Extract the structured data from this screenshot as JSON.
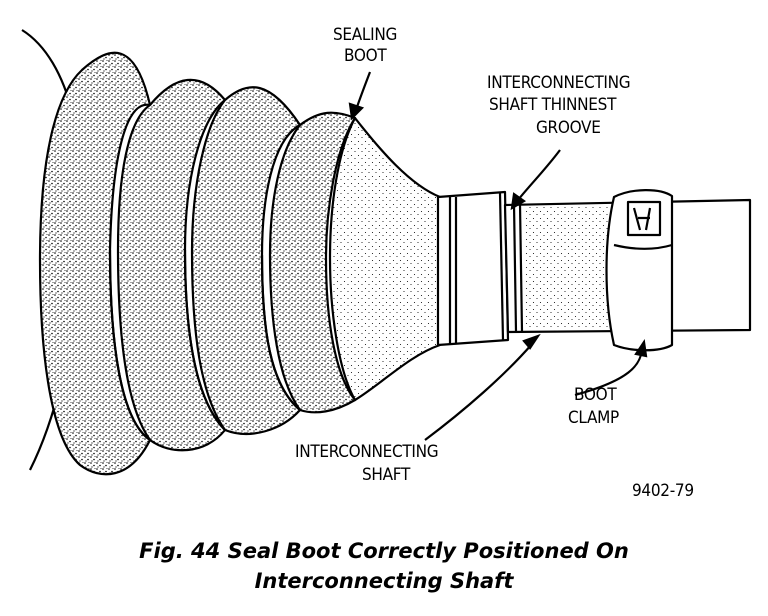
{
  "labels": {
    "sealing_boot_1": "SEALING",
    "sealing_boot_2": "BOOT",
    "groove_1": "INTERCONNECTING",
    "groove_2": "SHAFT THINNEST",
    "groove_3": "GROOVE",
    "shaft_1": "INTERCONNECTING",
    "shaft_2": "SHAFT",
    "clamp_1": "BOOT",
    "clamp_2": "CLAMP",
    "figure_number": "9402-79"
  },
  "caption": {
    "line1": "Fig. 44 Seal Boot Correctly Positioned On",
    "line2": "Interconnecting Shaft"
  },
  "colors": {
    "ink": "#000000",
    "paper": "#ffffff"
  }
}
